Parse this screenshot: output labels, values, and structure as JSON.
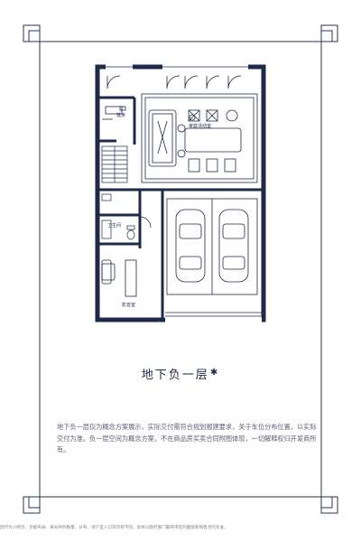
{
  "floor_title": "地下负一层",
  "title_ornament": "✱",
  "description": "地下负一层仅为概念方案展示，实际交付需符合规划报建要求，关于车位分布位置，以实际交付为准。负一层空间为概念方案，不在商品房买卖合同附图体现，一切解释权归开发商所有。",
  "footnote": "因尺大小所示，功能布局、采光井的数量、分布、地下室入口等均有不同，具体以政府部门最终审定的图纸和销售合同为准。",
  "rooms": {
    "gym": "健身",
    "entertainment": "家庭活动室",
    "bathroom": "卫生间",
    "theater": "影音室"
  },
  "colors": {
    "navy": "#1f2a4a",
    "frame": "#2a3350",
    "text": "#5b6070"
  }
}
